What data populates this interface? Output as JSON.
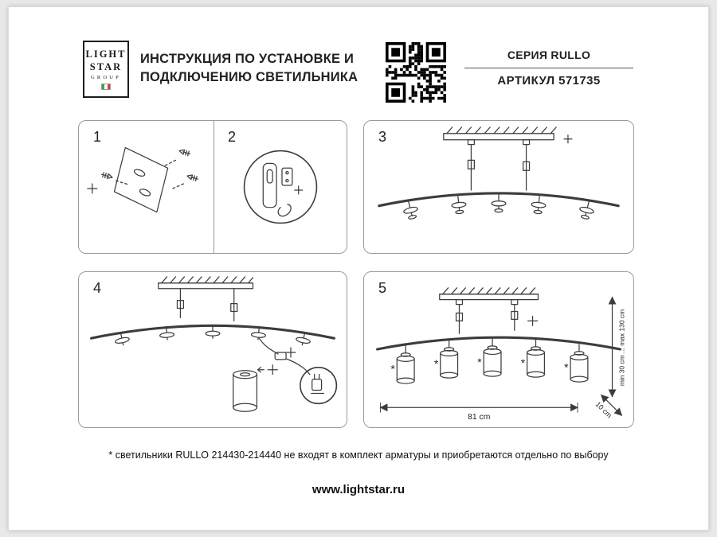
{
  "header": {
    "title_line1": "ИНСТРУКЦИЯ ПО УСТАНОВКЕ И",
    "title_line2": "ПОДКЛЮЧЕНИЮ СВЕТИЛЬНИКА",
    "series": "СЕРИЯ RULLO",
    "article": "АРТИКУЛ 571735"
  },
  "logo": {
    "line1": "LIGHT",
    "line2": "STAR",
    "line3": "GROUP",
    "flag_colors": [
      "#3da639",
      "#ffffff",
      "#e03a3e"
    ]
  },
  "steps": {
    "s1": "1",
    "s2": "2",
    "s3": "3",
    "s4": "4",
    "s5": "5"
  },
  "dims": {
    "height_range": "min 30 cm ... max 130 cm",
    "width": "81 cm",
    "depth": "10 cm",
    "asterisk": "*"
  },
  "footer": {
    "note": "* светильники RULLO 214430-214440 не входят в комплект арматуры и приобретаются отдельно по выбору",
    "website": "www.lightstar.ru"
  }
}
